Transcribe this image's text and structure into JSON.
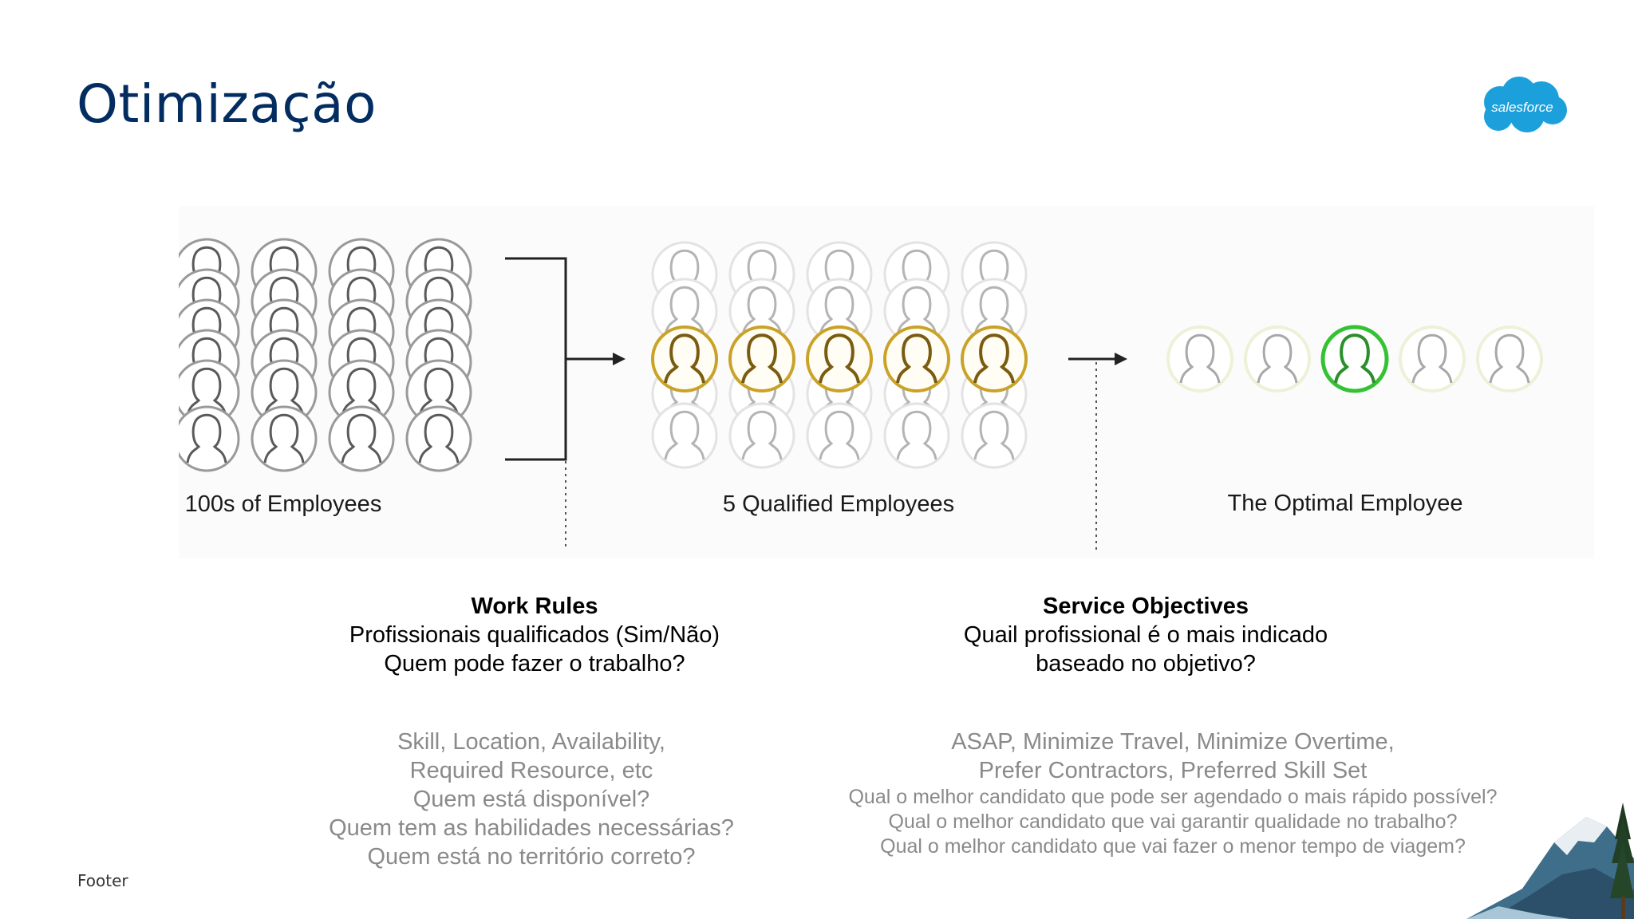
{
  "slide": {
    "title": "Otimização",
    "logo_text": "salesforce",
    "footer": "Footer"
  },
  "diagram": {
    "stage1_label": "100s of Employees",
    "stage2_label": "5 Qualified Employees",
    "stage3_label": "The Optimal Employee",
    "colors": {
      "grey_person": "#8c8c8c",
      "qualified_gold": "#b8941f",
      "optimal_green": "#2fb82f",
      "faded": "#dcdcdc"
    }
  },
  "work_rules": {
    "heading": "Work Rules",
    "line1": "Profissionais qualificados (Sim/Não)",
    "line2": "Quem pode fazer o trabalho?",
    "details": [
      "Skill, Location, Availability,",
      "Required Resource, etc",
      "Quem está disponível?",
      "Quem tem as habilidades necessárias?",
      "Quem está no território correto?"
    ]
  },
  "service_objectives": {
    "heading": "Service Objectives",
    "line1": "Quail profissional é o mais indicado",
    "line2": "baseado no objetivo?",
    "details_main": [
      "ASAP, Minimize Travel, Minimize Overtime,",
      "Prefer Contractors, Preferred Skill Set"
    ],
    "details_questions": [
      "Qual o melhor candidato que pode ser agendado o mais rápido possível?",
      "Qual o melhor candidato que vai garantir qualidade no trabalho?",
      "Qual o melhor candidato que vai fazer o menor tempo de viagem?"
    ]
  }
}
